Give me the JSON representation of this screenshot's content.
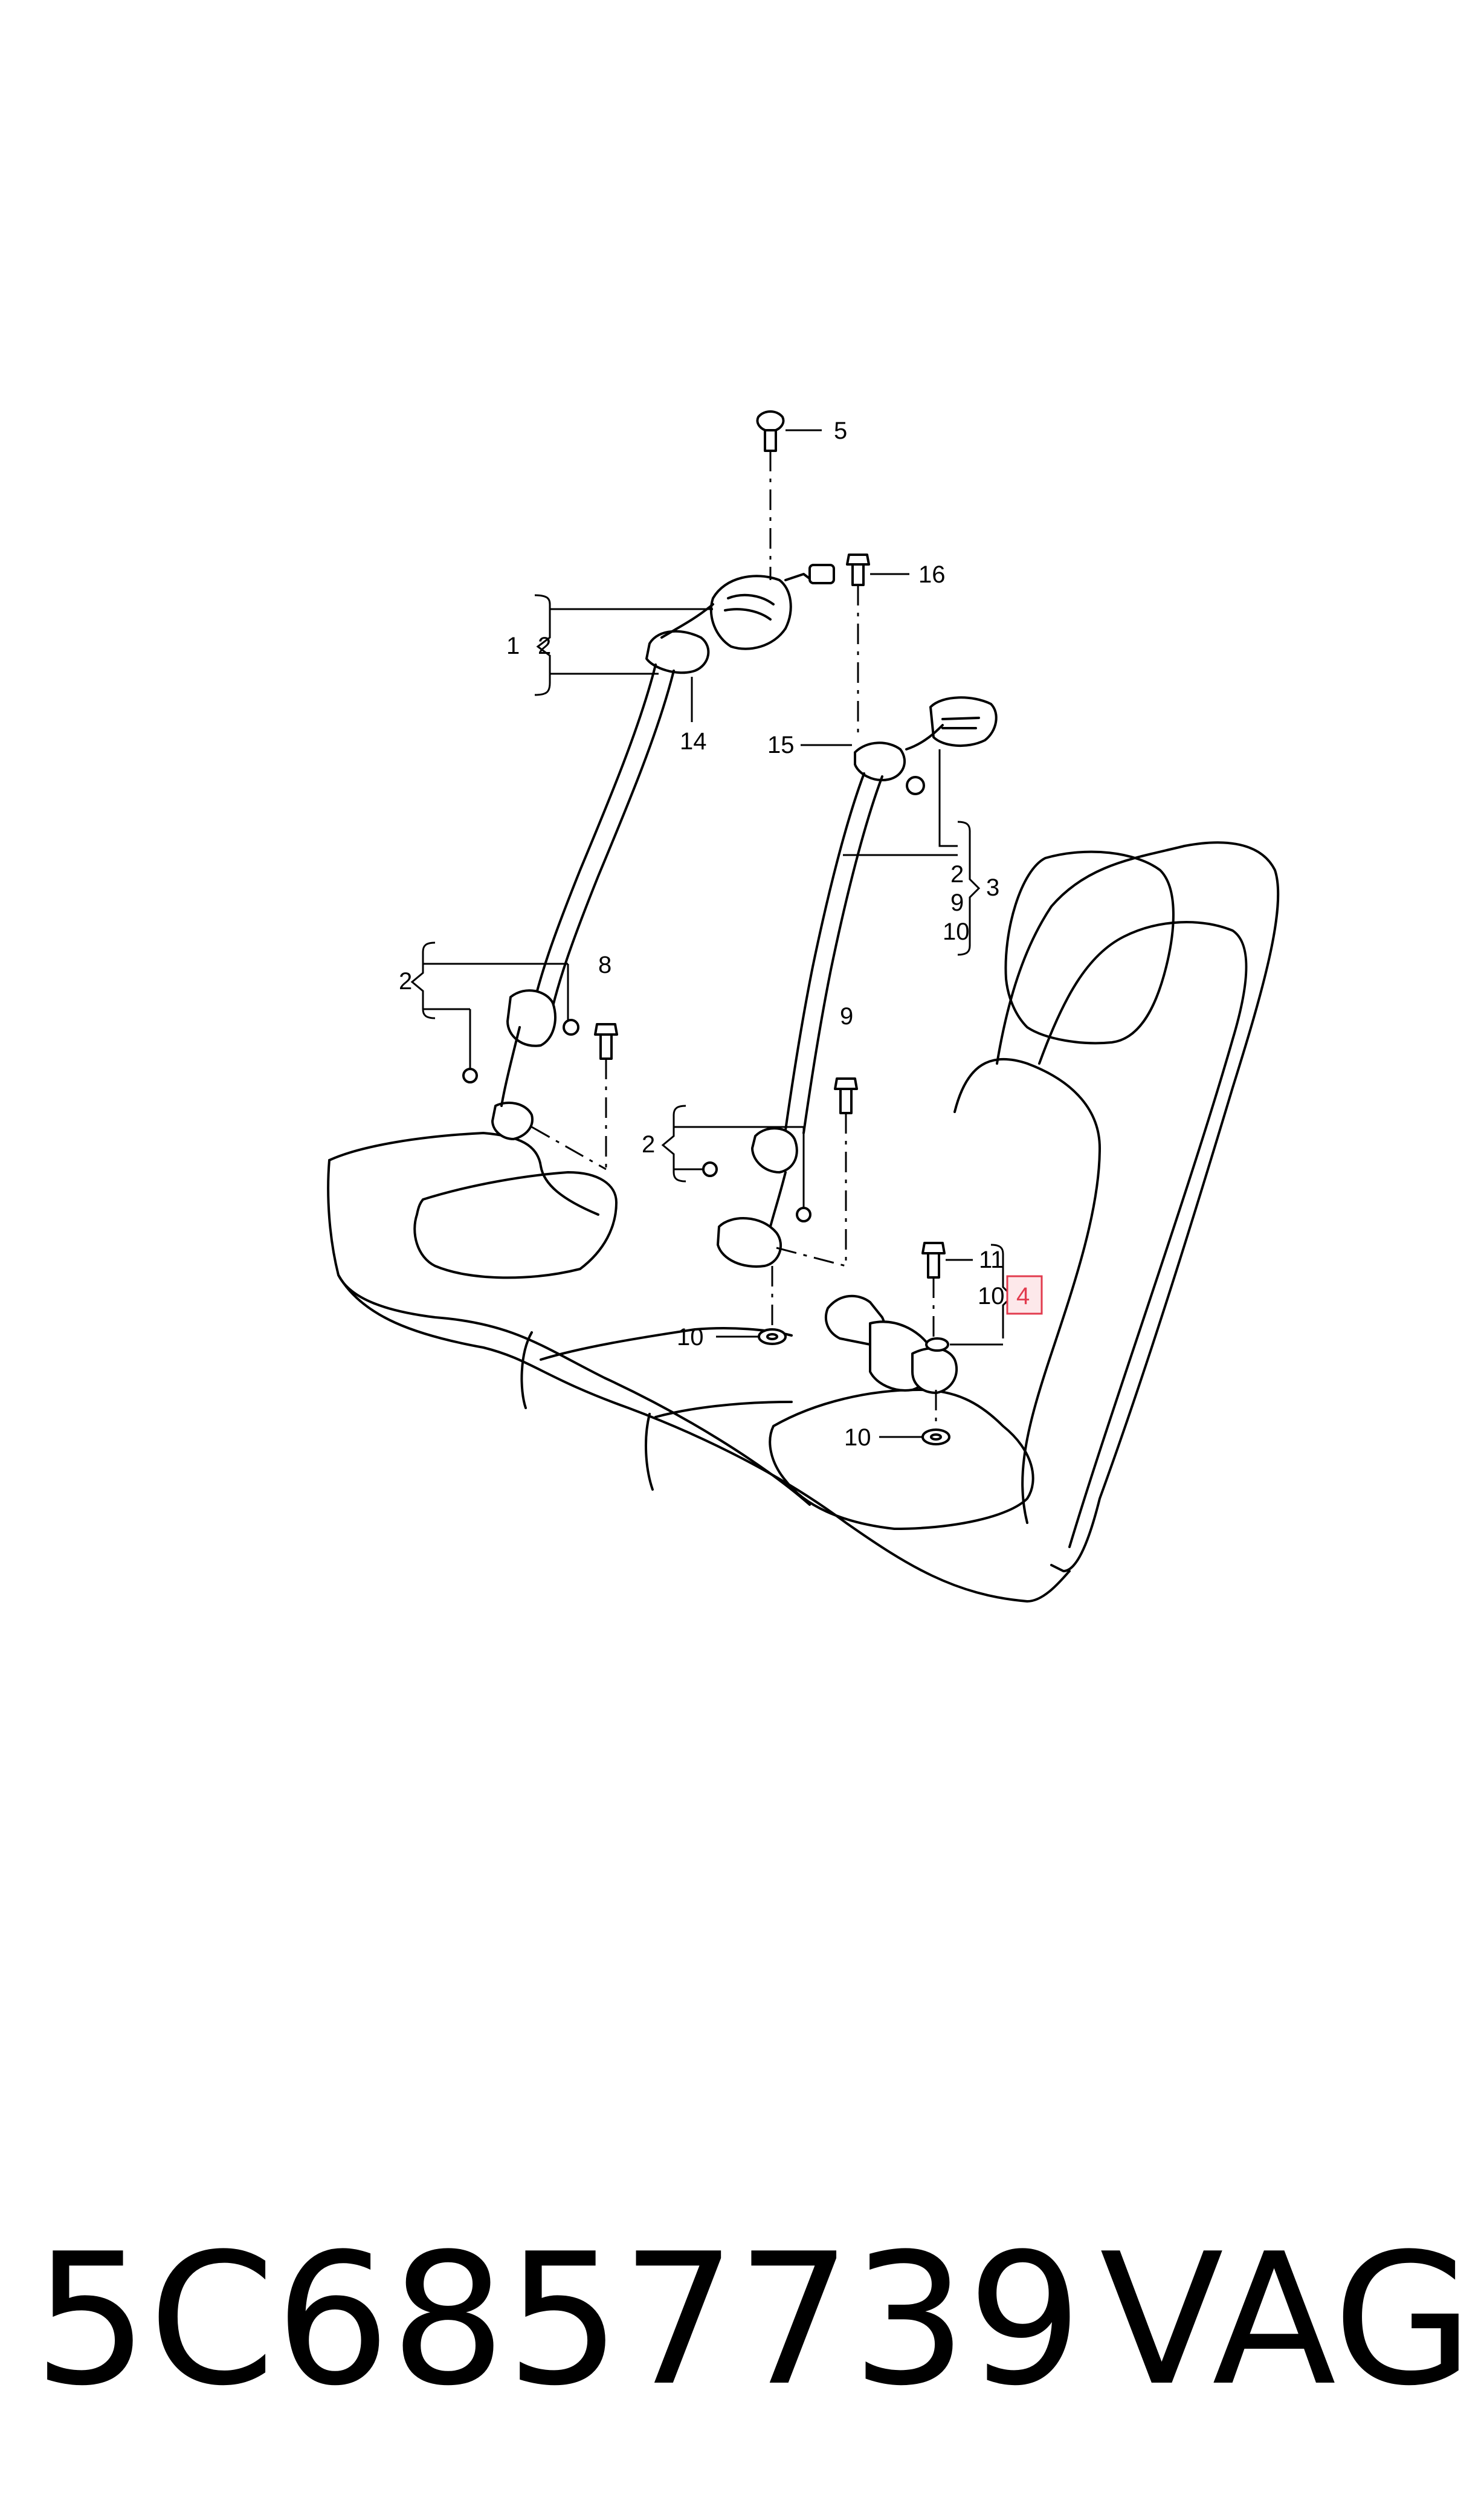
{
  "diagram": {
    "callouts": {
      "c5": "5",
      "c16": "16",
      "c1": "1",
      "c2_top": "2",
      "c14": "14",
      "c15": "15",
      "c2_right": "2",
      "c9_right": "9",
      "c10_right": "10",
      "c3": "3",
      "c2_left": "2",
      "c8": "8",
      "c9_mid": "9",
      "c2_mid": "2",
      "c11": "11",
      "c10_buckle": "10",
      "c4": "4",
      "c10_lower": "10",
      "c10_bottom": "10"
    },
    "highlight_color": "#e23b4e"
  },
  "footer": {
    "part_number": "5C6857739",
    "brand": "VAG"
  }
}
